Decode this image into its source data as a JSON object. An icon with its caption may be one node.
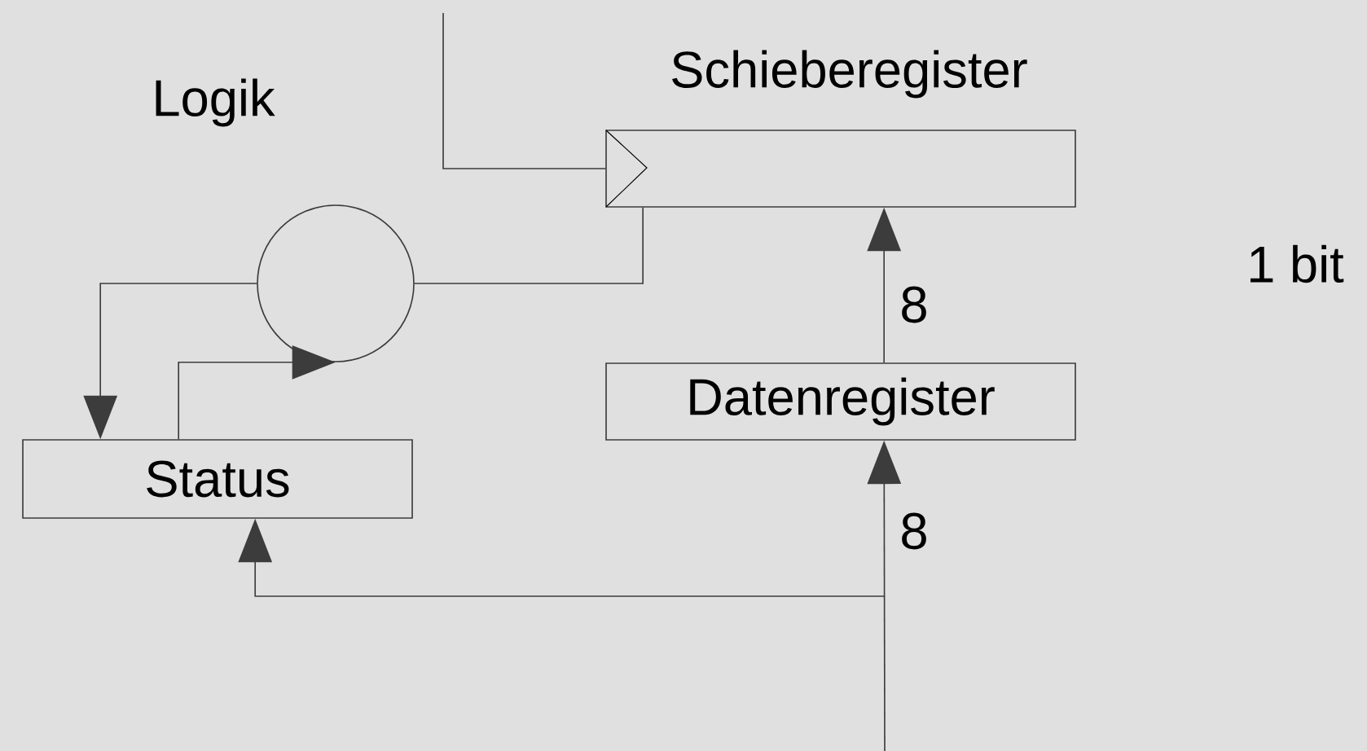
{
  "diagram": {
    "nodes": [
      {
        "text": [
          "Schieberegister"
        ]
      },
      {
        "text": [],
        "shape": "circle"
      },
      {
        "text": [
          "Status"
        ]
      },
      {
        "text": [
          "Datenregister"
        ]
      }
    ],
    "edges": [
      {
        "from": null,
        "to": 0,
        "arrow": "none"
      },
      {
        "from": 1,
        "to": 0,
        "arrow": "none"
      },
      {
        "from": 1,
        "to": 2,
        "arrow": "to"
      },
      {
        "from": 2,
        "to": 1,
        "arrow": "to"
      },
      {
        "from": 3,
        "to": 0,
        "arrow": "to",
        "label": "8"
      },
      {
        "from": null,
        "to": 3,
        "arrow": "to",
        "label": "8"
      },
      {
        "from": null,
        "to": 2,
        "arrow": "to"
      }
    ],
    "labels": [
      "Logik",
      "1 bit"
    ]
  }
}
